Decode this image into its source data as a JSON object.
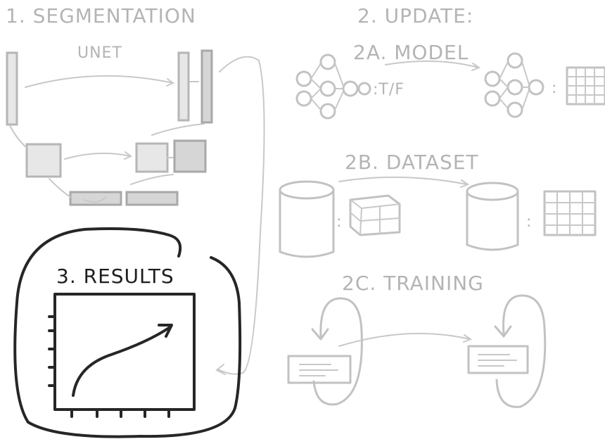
{
  "sections": {
    "segmentation": {
      "title": "1. SEGMENTATION",
      "subtitle": "UNET"
    },
    "update": {
      "title": "2. UPDATE:",
      "model": {
        "title": "2A. MODEL",
        "tf_label": ":T/F",
        "colon": ":"
      },
      "dataset": {
        "title": "2B. DATASET",
        "colon_left": ":",
        "colon_right": ":"
      },
      "training": {
        "title": "2C. TRAINING"
      }
    },
    "results": {
      "title": "3. RESULTS"
    }
  },
  "colors": {
    "faded": "#b4b4b4",
    "dark": "#262626"
  },
  "results_plot": {
    "trend": "increasing"
  }
}
